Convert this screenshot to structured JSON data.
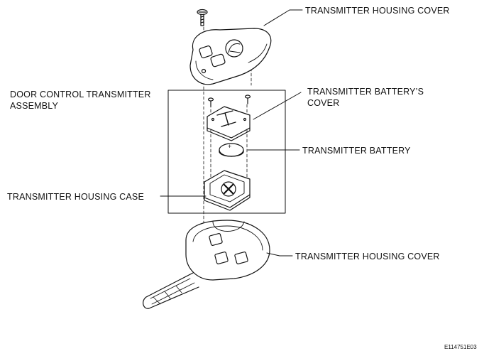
{
  "labels": {
    "housing_cover_top": "TRANSMITTER HOUSING COVER",
    "assembly_line1": "DOOR CONTROL TRANSMITTER",
    "assembly_line2": "ASSEMBLY",
    "battery_cover_line1": "TRANSMITTER BATTERY’S",
    "battery_cover_line2": "COVER",
    "battery": "TRANSMITTER BATTERY",
    "housing_case": "TRANSMITTER HOUSING CASE",
    "housing_cover_bottom": "TRANSMITTER HOUSING COVER"
  },
  "battery_polarity": "+",
  "figure_code": "E114751E03"
}
